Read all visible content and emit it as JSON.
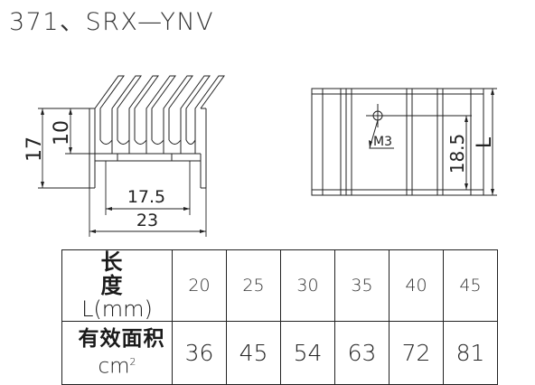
{
  "title": "371、SRX—YNV",
  "dimensions": {
    "height_total": "17",
    "height_fin": "10",
    "inner_width": "17.5",
    "total_width": "23",
    "hole": "M3",
    "hole_offset": "18.5",
    "length": "L"
  },
  "table": {
    "row1_header_line1": "长 度",
    "row1_header_line2": "L(mm)",
    "row2_header_line1": "有效面积",
    "row2_header_line2": "cm",
    "row2_header_sup": "2",
    "lengths": [
      "20",
      "25",
      "30",
      "35",
      "40",
      "45"
    ],
    "areas": [
      "36",
      "45",
      "54",
      "63",
      "72",
      "81"
    ]
  }
}
